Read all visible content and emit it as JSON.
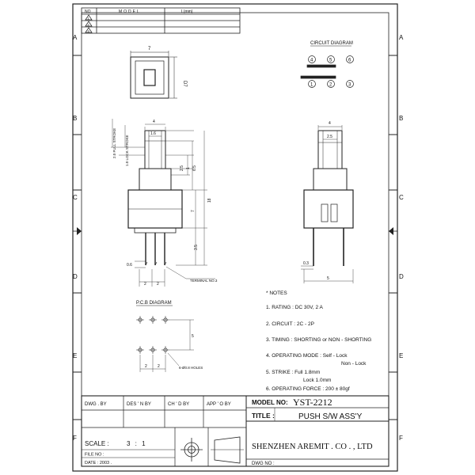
{
  "revision_table": {
    "headers": [
      "NO",
      "MODEL",
      "L(mm)"
    ],
    "rows": [
      "1",
      "2",
      "3"
    ]
  },
  "border_letters": [
    "A",
    "B",
    "C",
    "D",
    "E",
    "F"
  ],
  "circuit": {
    "title": "CIRCUIT DIAGRAM",
    "top_pins": [
      "4",
      "5",
      "6"
    ],
    "bottom_pins": [
      "1",
      "2",
      "3"
    ]
  },
  "dimensions": {
    "top_width": "7",
    "top_height": "D7",
    "full_stroke": "2.0 FULL STROKE",
    "lock_stroke": "1.0 LOCK STROKE",
    "cap_w": "4",
    "cap_inner": "1.6",
    "d25": "2.5",
    "d1": "1",
    "d65": "6.5",
    "d7": "7",
    "d18": "18",
    "d35": "3.5",
    "d06": "0.6",
    "d2a": "2",
    "d2b": "2",
    "terminal": "TERMINAL NO.3",
    "side_w": "4",
    "side_inner": "2.5",
    "d03": "0.3",
    "side_base": "5"
  },
  "pcb": {
    "title": "P.C.B DIAGRAM",
    "d5": "5",
    "d2a": "2",
    "d2b": "2",
    "holes": "6-Ø0.8 HOLES"
  },
  "notes": {
    "heading": "* NOTES",
    "lines": [
      "1. RATING : DC 30V, 2 A",
      "2. CIRCUIT : 2C - 2P",
      "3. TIMING : SHORTING or NON - SHORTING",
      "4. OPERATING MODE : Self - Lock",
      "Non - Lock",
      "5. STRIKE : Full  1.8mm",
      "Lock  1.0mm",
      "6. OPERATING FORCE : 200 ± 80gf"
    ]
  },
  "title_block": {
    "dwg_by": "DWG . BY",
    "des_by": "DES ' N BY",
    "chd_by": "CH ' D BY",
    "app_by": "APP ' O BY",
    "model_label": "MODEL NO:",
    "model_value": "YST-2212",
    "title_label": "TITLE :",
    "title_value": "PUSH S/W ASS'Y",
    "scale_label": "SCALE :",
    "scale_value": "3 : 1",
    "file_no": "FILE NO :",
    "date": "DATE : 2003 .",
    "company": "SHENZHEN AREMIT . CO . , LTD",
    "dwg_no": "DWG NO :"
  }
}
